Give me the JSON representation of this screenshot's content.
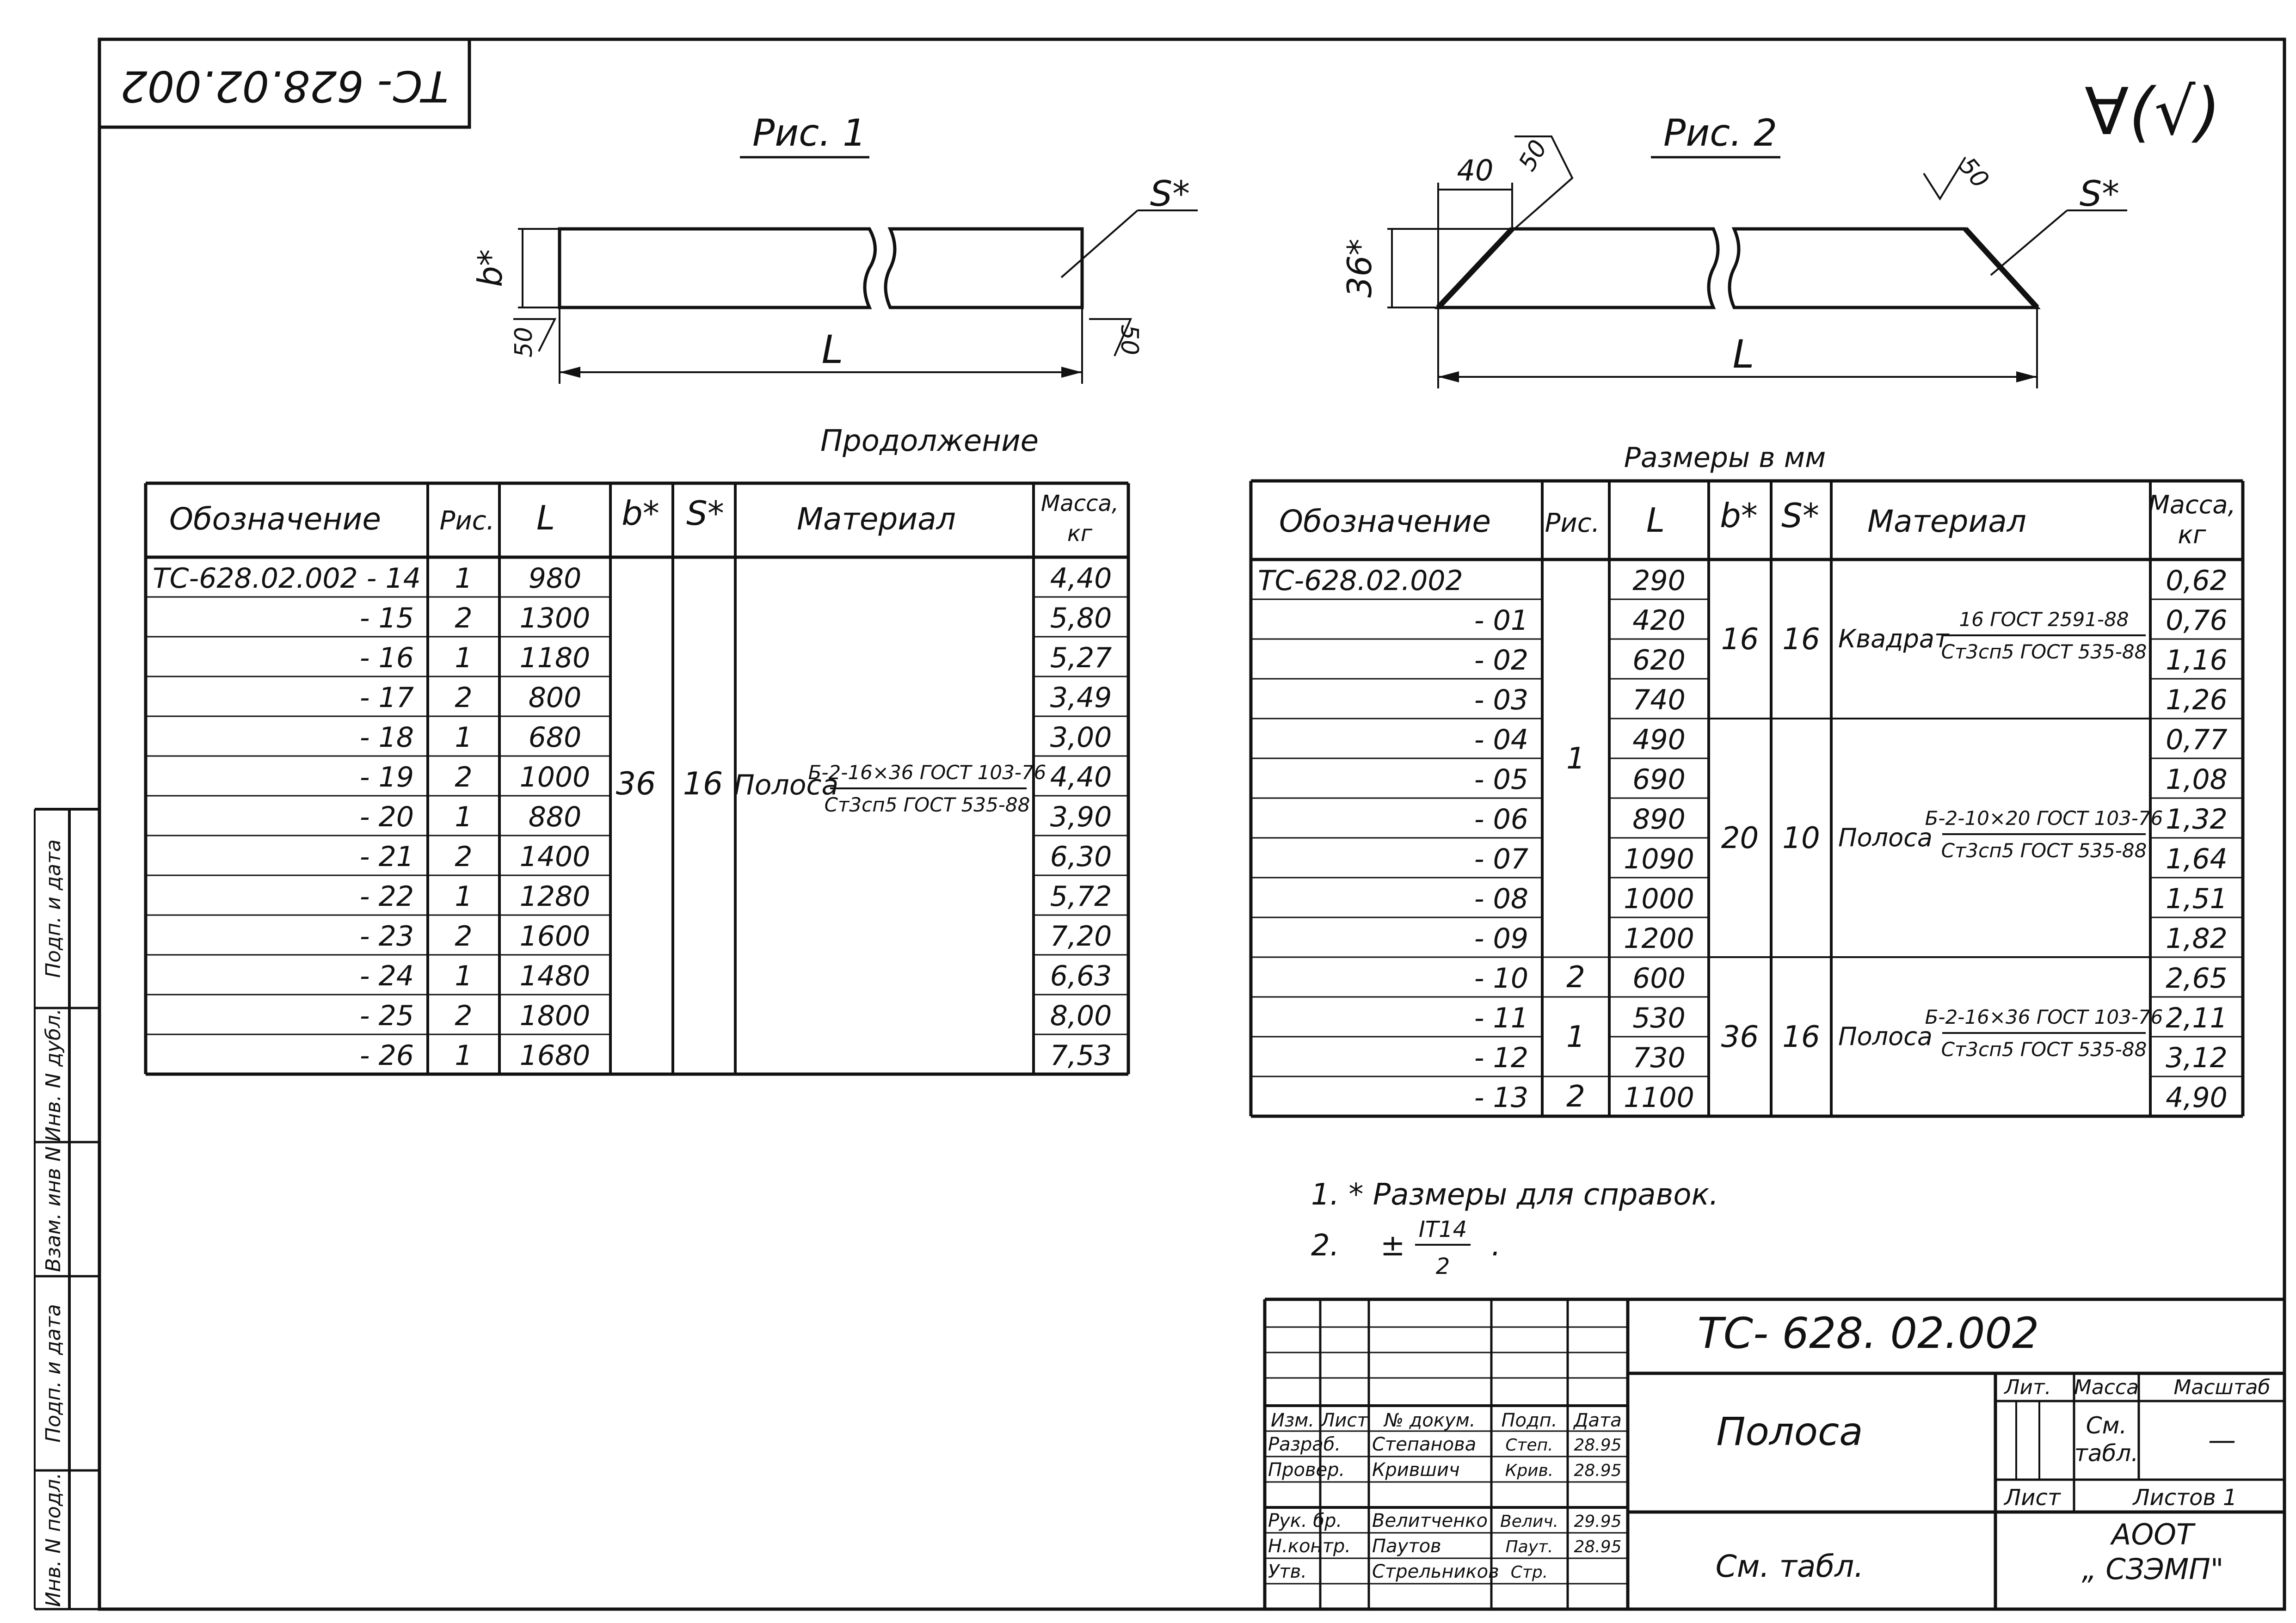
{
  "stamp_code": "ТС- 628.02.002",
  "roughness_mark": "∀(√)",
  "fig1": {
    "title": "Рис. 1",
    "b": "b*",
    "s": "S*",
    "L": "L",
    "r50": "50"
  },
  "fig2": {
    "title": "Рис. 2",
    "b": "36*",
    "s": "S*",
    "L": "L",
    "d40": "40",
    "r50": "50"
  },
  "left_table": {
    "caption": "Продолжение",
    "headers": [
      "Обозначение",
      "Рис.",
      "L",
      "b*",
      "S*",
      "Материал",
      "Масса, кг"
    ],
    "mass_header": [
      "Масса,",
      "кг"
    ],
    "rows": [
      {
        "des": "ТС-628.02.002 - 14",
        "fig": "1",
        "L": "980",
        "mass": "4,40"
      },
      {
        "des": "- 15",
        "fig": "2",
        "L": "1300",
        "mass": "5,80"
      },
      {
        "des": "- 16",
        "fig": "1",
        "L": "1180",
        "mass": "5,27"
      },
      {
        "des": "- 17",
        "fig": "2",
        "L": "800",
        "mass": "3,49"
      },
      {
        "des": "- 18",
        "fig": "1",
        "L": "680",
        "mass": "3,00"
      },
      {
        "des": "- 19",
        "fig": "2",
        "L": "1000",
        "mass": "4,40"
      },
      {
        "des": "- 20",
        "fig": "1",
        "L": "880",
        "mass": "3,90"
      },
      {
        "des": "- 21",
        "fig": "2",
        "L": "1400",
        "mass": "6,30"
      },
      {
        "des": "- 22",
        "fig": "1",
        "L": "1280",
        "mass": "5,72"
      },
      {
        "des": "- 23",
        "fig": "2",
        "L": "1600",
        "mass": "7,20"
      },
      {
        "des": "- 24",
        "fig": "1",
        "L": "1480",
        "mass": "6,63"
      },
      {
        "des": "- 25",
        "fig": "2",
        "L": "1800",
        "mass": "8,00"
      },
      {
        "des": "- 26",
        "fig": "1",
        "L": "1680",
        "mass": "7,53"
      }
    ],
    "b": "36",
    "s": "16",
    "material_name": "Полоса",
    "material_top": "Б-2-16×36 ГОСТ 103-76",
    "material_bottom": "Ст3сп5 ГОСТ 535-88"
  },
  "right_table": {
    "caption": "Размеры в мм",
    "headers": [
      "Обозначение",
      "Рис.",
      "L",
      "b*",
      "S*",
      "Материал",
      "Масса, кг"
    ],
    "mass_header": [
      "Масса,",
      "кг"
    ],
    "rows": [
      {
        "des": "ТС-628.02.002",
        "L": "290",
        "mass": "0,62"
      },
      {
        "des": "- 01",
        "L": "420",
        "mass": "0,76"
      },
      {
        "des": "- 02",
        "L": "620",
        "mass": "1,16"
      },
      {
        "des": "- 03",
        "L": "740",
        "mass": "1,26"
      },
      {
        "des": "- 04",
        "L": "490",
        "mass": "0,77"
      },
      {
        "des": "- 05",
        "L": "690",
        "mass": "1,08"
      },
      {
        "des": "- 06",
        "L": "890",
        "mass": "1,32"
      },
      {
        "des": "- 07",
        "L": "1090",
        "mass": "1,64"
      },
      {
        "des": "- 08",
        "L": "1000",
        "mass": "1,51"
      },
      {
        "des": "- 09",
        "L": "1200",
        "mass": "1,82"
      },
      {
        "des": "- 10",
        "L": "600",
        "mass": "2,65"
      },
      {
        "des": "- 11",
        "L": "530",
        "mass": "2,11"
      },
      {
        "des": "- 12",
        "L": "730",
        "mass": "3,12"
      },
      {
        "des": "- 13",
        "L": "1100",
        "mass": "4,90"
      }
    ],
    "fig_groups": [
      {
        "value": "1",
        "rows": "0-9"
      },
      {
        "value": "2",
        "rows": "10"
      },
      {
        "value": "1",
        "rows": "11-12"
      },
      {
        "value": "2",
        "rows": "13"
      }
    ],
    "groups": [
      {
        "b": "16",
        "s": "16",
        "name": "Квадрат",
        "top": "16 ГОСТ 2591-88",
        "bottom": "Ст3сп5 ГОСТ 535-88"
      },
      {
        "b": "20",
        "s": "10",
        "name": "Полоса",
        "top": "Б-2-10×20 ГОСТ 103-76",
        "bottom": "Ст3сп5 ГОСТ 535-88"
      },
      {
        "b": "36",
        "s": "16",
        "name": "Полоса",
        "top": "Б-2-16×36 ГОСТ 103-76",
        "bottom": "Ст3сп5 ГОСТ 535-88"
      }
    ]
  },
  "notes": {
    "n1": "1. * Размеры для справок.",
    "n2_prefix": "2.",
    "n2_pm": "±",
    "n2_num": "IT14",
    "n2_den": "2",
    "n2_suffix": "."
  },
  "title_block": {
    "code": "ТС- 628. 02.002",
    "name": "Полоса",
    "material": "См. табл.",
    "lit": "Лит.",
    "mass": "Масса",
    "scale": "Масштаб",
    "mass_value": [
      "См.",
      "табл."
    ],
    "scale_value": "—",
    "sheet": "Лист",
    "sheets": "Листов  1",
    "org": [
      "АООТ",
      "„ СЗЭМП\""
    ],
    "col_headers": [
      "Изм.",
      "Лист",
      "№ докум.",
      "Подп.",
      "Дата"
    ],
    "roles": [
      {
        "role": "Разраб.",
        "name": "Степанова",
        "sign": "Степ.",
        "date": "28.95"
      },
      {
        "role": "Провер.",
        "name": "Крившич",
        "sign": "Крив.",
        "date": "28.95"
      },
      {
        "role": "Рук. бр.",
        "name": "Велитченко",
        "sign": "Велич.",
        "date": "29.95"
      },
      {
        "role": "Н.контр.",
        "name": "Паутов",
        "sign": "Паут.",
        "date": "28.95"
      },
      {
        "role": "Утв.",
        "name": "Стрельников",
        "sign": "Стр.",
        "date": ""
      }
    ]
  },
  "side_stamp": [
    "Подп. и дата",
    "Инв. N дубл.",
    "Взам. инв N",
    "Подп. и дата",
    "Инв. N подл."
  ]
}
